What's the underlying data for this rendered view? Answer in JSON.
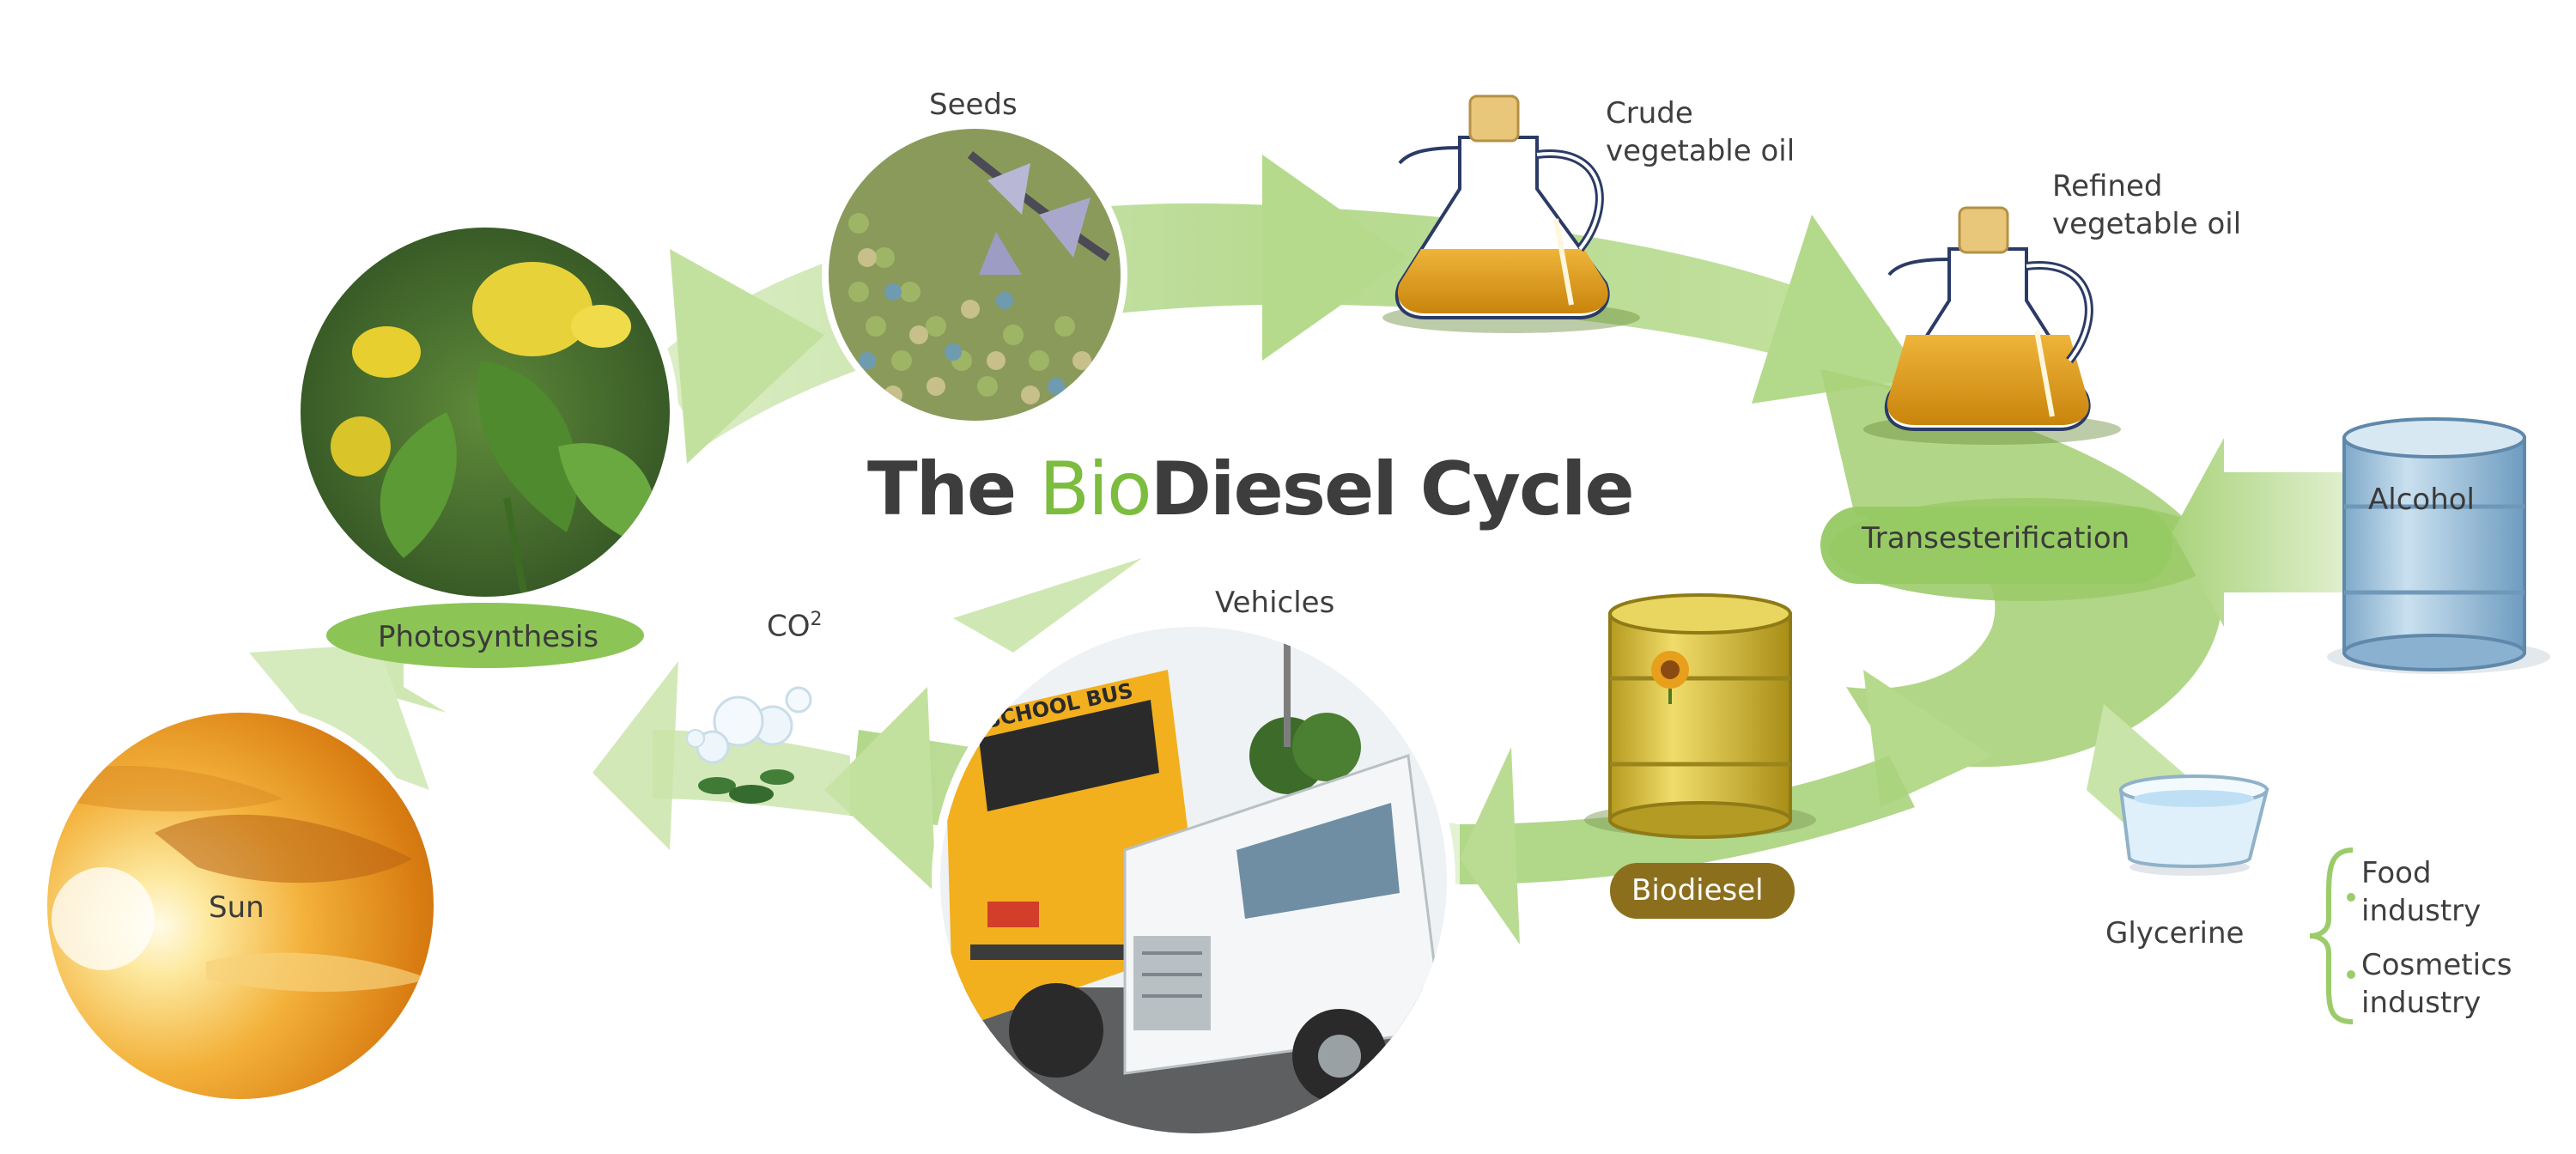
{
  "title": {
    "part1": "The ",
    "part2": "Bio",
    "part3": "Diesel",
    "part4": " Cycle"
  },
  "labels": {
    "seeds": "Seeds",
    "crude_oil_line1": "Crude",
    "crude_oil_line2": "vegetable oil",
    "refined_oil_line1": "Refined",
    "refined_oil_line2": "vegetable oil",
    "transesterification": "Transesterification",
    "alcohol": "Alcohol",
    "biodiesel": "Biodiesel",
    "vehicles": "Vehicles",
    "co2_base": "CO",
    "co2_sup": "2",
    "photosynthesis": "Photosynthesis",
    "sun": "Sun",
    "glycerine": "Glycerine",
    "food_industry_line1": "Food",
    "food_industry_line2": "industry",
    "cosmetics_industry_line1": "Cosmetics",
    "cosmetics_industry_line2": "industry",
    "school_bus": "SCHOOL BUS"
  },
  "colors": {
    "arrow_green": "#a9d37c",
    "arrow_light": "#d6ebbd",
    "title_dark": "#3d3d3d",
    "title_green": "#7cbc3e",
    "pill_green": "#8cc456",
    "pill_olive": "#8c6f1d",
    "oil_amber": "#d99a12",
    "barrel_blue": "#9fc3dd",
    "barrel_yellow": "#d9c43a"
  },
  "icons": [
    "plant-photo",
    "seeds-photo",
    "oil-jug-icon",
    "alcohol-barrel-icon",
    "biodiesel-barrel-icon",
    "glycerine-bowl-icon",
    "vehicles-photo",
    "sun-photo",
    "co2-bubbles-icon"
  ]
}
